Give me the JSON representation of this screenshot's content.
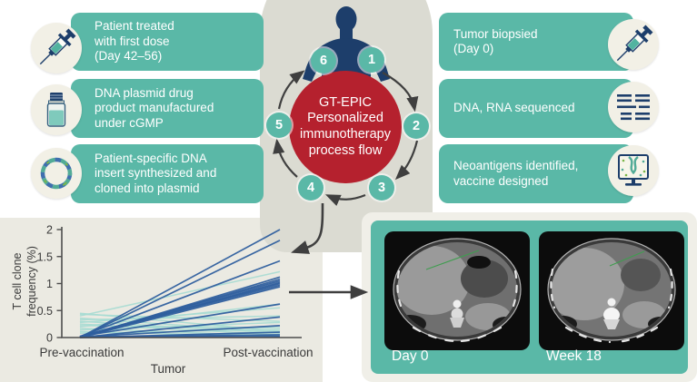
{
  "palette": {
    "teal": "#5ab8a7",
    "red": "#b5212e",
    "navy": "#1d3e6b",
    "blob_gray": "#dbdbd2",
    "panel_beige": "#ebeae2",
    "icon_cream": "#f2f0e6",
    "arrow_gray": "#3f3f3f",
    "chart_dark_blue": "#2f5f9e",
    "chart_light_teal": "#a7dcd3"
  },
  "hero": {
    "left_boxes": [
      {
        "icon": "syringe-icon",
        "lines": [
          "Patient treated",
          "with first dose",
          "(Day 42–56)"
        ]
      },
      {
        "icon": "vial-icon",
        "lines": [
          "DNA plasmid drug",
          "product manufactured",
          "under cGMP"
        ]
      },
      {
        "icon": "plasmid-icon",
        "lines": [
          "Patient-specific DNA",
          "insert synthesized and",
          "cloned into plasmid"
        ]
      }
    ],
    "right_boxes": [
      {
        "icon": "syringe-icon",
        "lines": [
          "Tumor biopsied",
          "(Day 0)"
        ]
      },
      {
        "icon": "sequence-icon",
        "lines": [
          "DNA, RNA sequenced"
        ]
      },
      {
        "icon": "monitor-dna-icon",
        "lines": [
          "Neoantigens identified,",
          "vaccine designed"
        ]
      }
    ],
    "hub": {
      "lines": [
        "GT-EPIC",
        "Personalized",
        "immunotherapy",
        "process flow"
      ]
    },
    "steps": [
      "1",
      "2",
      "3",
      "4",
      "5",
      "6"
    ]
  },
  "chart_data": {
    "type": "line",
    "title": "",
    "xlabel": "Tumor",
    "ylabel": "T cell clone frequency (%)",
    "categories": [
      "Pre-vaccination",
      "Post-vaccination"
    ],
    "ylim": [
      0,
      2
    ],
    "yticks": [
      "0",
      "0.5",
      "1",
      "1.5",
      "2"
    ],
    "series_colors": {
      "expanded": "#2f5f9e",
      "background": "#a7dcd3"
    },
    "lines": [
      {
        "group": "expanded",
        "values": [
          0,
          2.0
        ]
      },
      {
        "group": "expanded",
        "values": [
          0,
          1.8
        ]
      },
      {
        "group": "expanded",
        "values": [
          0.02,
          1.42
        ]
      },
      {
        "group": "expanded",
        "values": [
          0,
          1.12
        ]
      },
      {
        "group": "expanded",
        "values": [
          0.01,
          1.08
        ]
      },
      {
        "group": "expanded",
        "values": [
          0.02,
          1.05
        ]
      },
      {
        "group": "expanded",
        "values": [
          0,
          1.02
        ]
      },
      {
        "group": "expanded",
        "values": [
          0.01,
          1.0
        ]
      },
      {
        "group": "expanded",
        "values": [
          0.02,
          0.97
        ]
      },
      {
        "group": "expanded",
        "values": [
          0,
          0.94
        ]
      },
      {
        "group": "expanded",
        "values": [
          0.02,
          0.62
        ]
      },
      {
        "group": "expanded",
        "values": [
          0,
          0.38
        ]
      },
      {
        "group": "expanded",
        "values": [
          0.01,
          0.22
        ]
      },
      {
        "group": "expanded",
        "values": [
          0,
          0.1
        ]
      },
      {
        "group": "expanded",
        "values": [
          0.01,
          0.05
        ]
      },
      {
        "group": "expanded",
        "values": [
          0,
          0.02
        ]
      },
      {
        "group": "background",
        "values": [
          0.45,
          0.12
        ]
      },
      {
        "group": "background",
        "values": [
          0.43,
          0.3
        ]
      },
      {
        "group": "background",
        "values": [
          0.4,
          1.22
        ]
      },
      {
        "group": "background",
        "values": [
          0.36,
          0.1
        ]
      },
      {
        "group": "background",
        "values": [
          0.33,
          0.4
        ]
      },
      {
        "group": "background",
        "values": [
          0.3,
          0.08
        ]
      },
      {
        "group": "background",
        "values": [
          0.28,
          0.55
        ]
      },
      {
        "group": "background",
        "values": [
          0.25,
          0.05
        ]
      },
      {
        "group": "background",
        "values": [
          0.22,
          0.18
        ]
      },
      {
        "group": "background",
        "values": [
          0.2,
          0.62
        ]
      },
      {
        "group": "background",
        "values": [
          0.17,
          0.03
        ]
      },
      {
        "group": "background",
        "values": [
          0.14,
          0.28
        ]
      },
      {
        "group": "background",
        "values": [
          0.11,
          0.02
        ]
      },
      {
        "group": "background",
        "values": [
          0.08,
          0.15
        ]
      }
    ]
  },
  "ct_panel": {
    "tiles": [
      {
        "label": "Day 0"
      },
      {
        "label": "Week 18"
      }
    ]
  }
}
